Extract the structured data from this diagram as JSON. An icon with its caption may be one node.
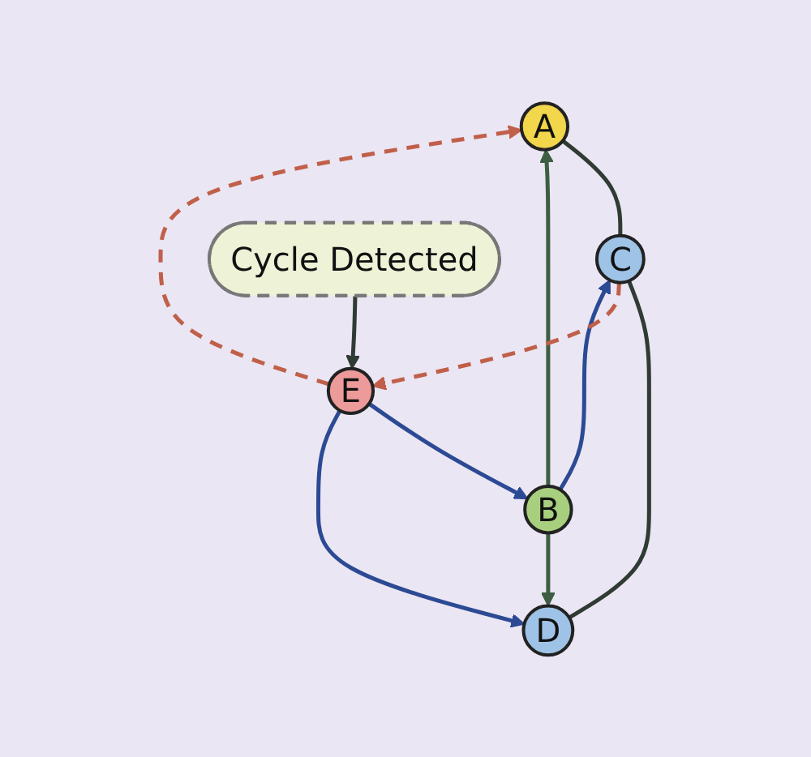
{
  "diagram": {
    "nodes": [
      {
        "text": [
          "A"
        ]
      },
      {
        "text": [
          "B"
        ]
      },
      {
        "text": [
          "C"
        ]
      },
      {
        "text": [
          "D"
        ]
      },
      {
        "text": [
          "E"
        ]
      },
      {
        "text": [
          "Cycle Detected"
        ]
      }
    ],
    "edges": [
      {
        "from": 1,
        "to": 0,
        "arrow": "to",
        "color": "#3d5e42"
      },
      {
        "from": 0,
        "to": 2,
        "arrow": "none"
      },
      {
        "from": 1,
        "to": 2,
        "arrow": "to",
        "color": "#2c4a94"
      },
      {
        "from": 1,
        "to": 3,
        "arrow": "to",
        "color": "#3d5e42"
      },
      {
        "from": 2,
        "to": 3,
        "arrow": "none"
      },
      {
        "from": 4,
        "to": 1,
        "arrow": "to",
        "color": "#2c4a94"
      },
      {
        "from": 4,
        "to": 3,
        "arrow": "to",
        "color": "#2c4a94"
      },
      {
        "from": 4,
        "to": 0,
        "arrow": "to",
        "style": "dashed",
        "color": "#c0604a"
      },
      {
        "from": 2,
        "to": 4,
        "arrow": "to",
        "style": "dashed",
        "color": "#c0604a"
      },
      {
        "from": 5,
        "to": 4,
        "arrow": "to"
      }
    ]
  }
}
